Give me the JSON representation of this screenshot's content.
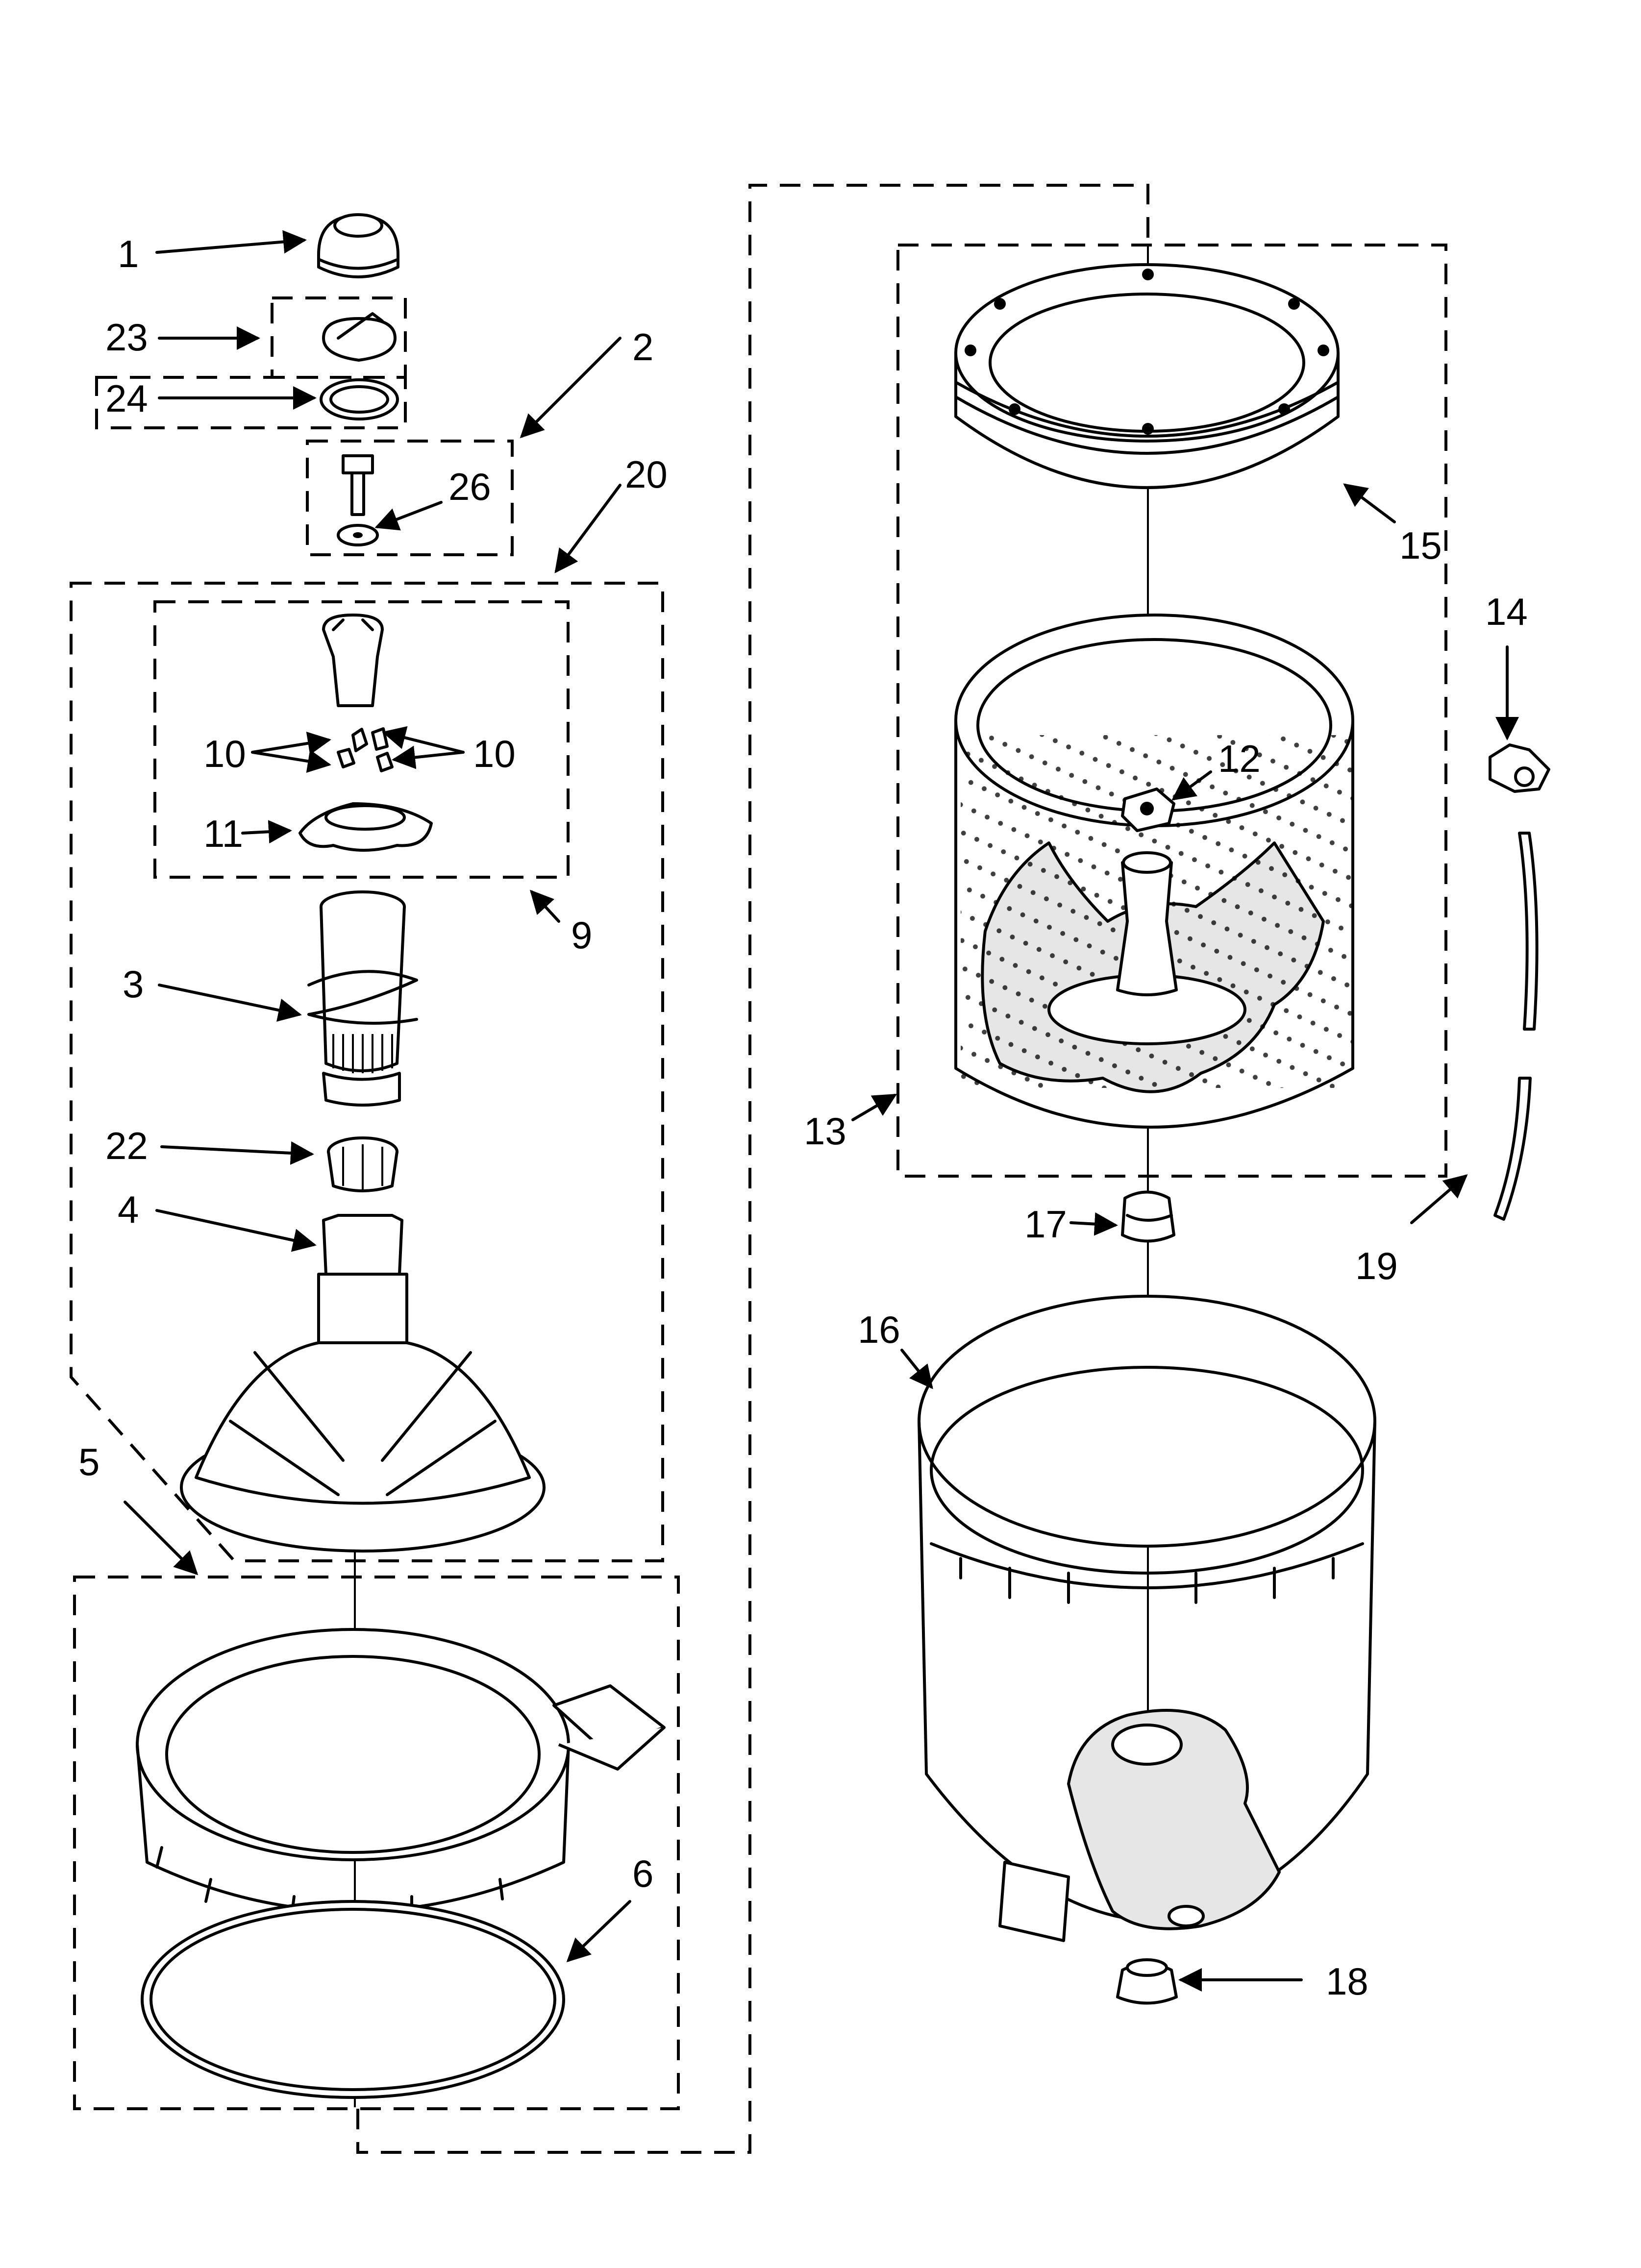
{
  "diagram": {
    "callouts": {
      "c1": "1",
      "c2": "2",
      "c3": "3",
      "c4": "4",
      "c5": "5",
      "c6": "6",
      "c9": "9",
      "c10a": "10",
      "c10b": "10",
      "c11": "11",
      "c12": "12",
      "c13": "13",
      "c14": "14",
      "c15": "15",
      "c16": "16",
      "c17": "17",
      "c18": "18",
      "c19": "19",
      "c20": "20",
      "c22": "22",
      "c23": "23",
      "c24": "24",
      "c26": "26"
    }
  }
}
